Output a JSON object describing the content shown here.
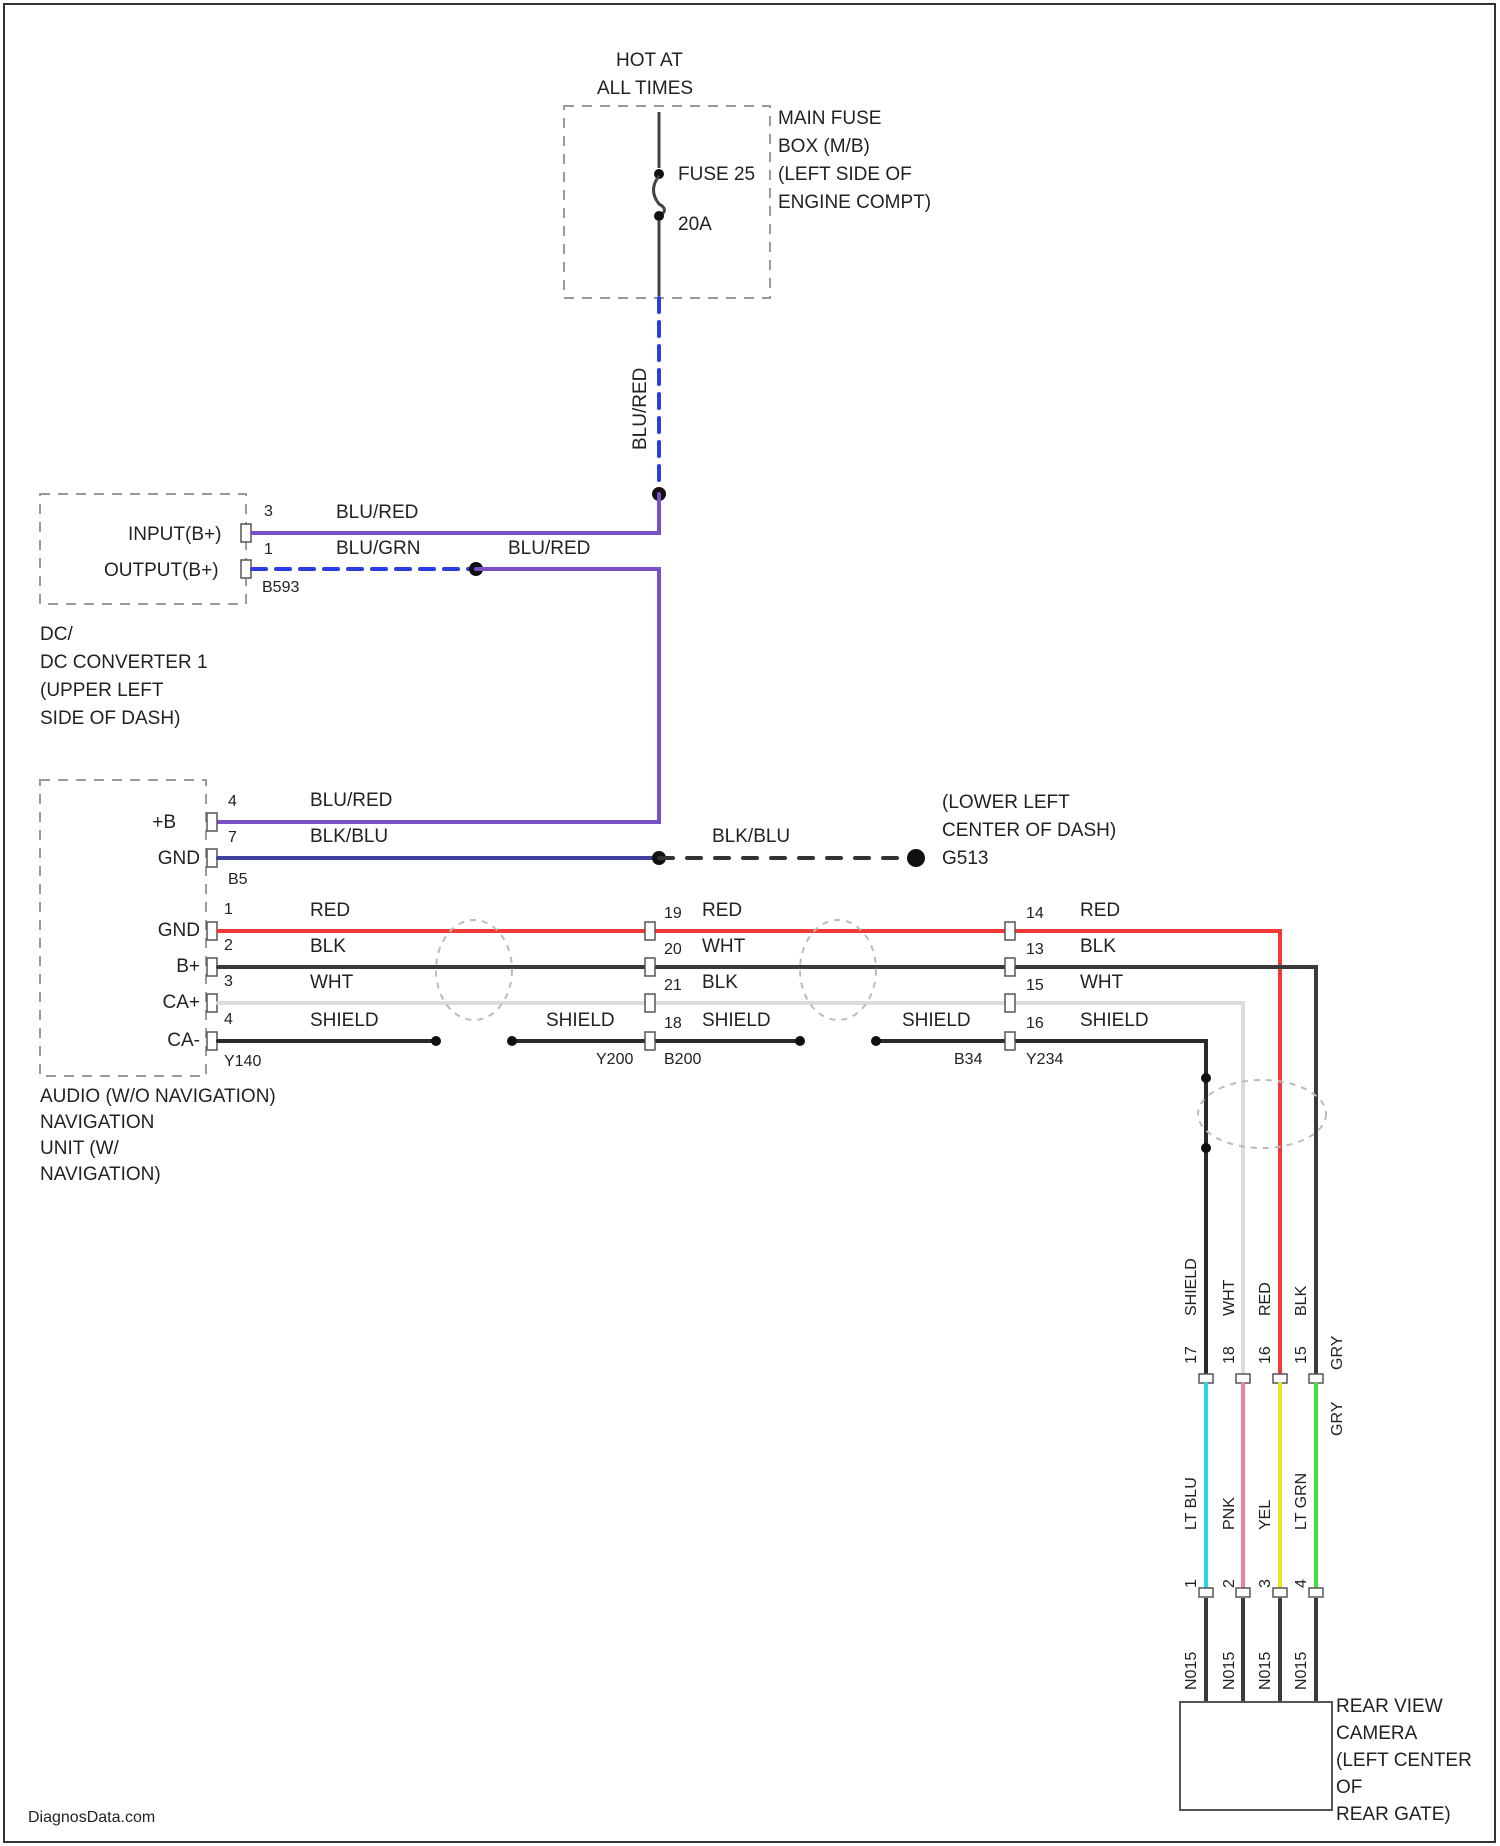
{
  "colors": {
    "blu_red": "#7a4fc8",
    "blu_grn": "#2a3ee0",
    "blk_blu": "#4040a0",
    "red": "#f03a3a",
    "blk": "#3a3a3a",
    "wht": "#dcdcdc",
    "shield": "#2a2a2a",
    "lt_blu": "#22d8e8",
    "pnk": "#f080a0",
    "yel": "#f2e21a",
    "lt_grn": "#40e040",
    "fuse": "#444444"
  },
  "power": {
    "hot_line1": "HOT AT",
    "hot_line2": "ALL TIMES",
    "fuse_label": "FUSE 25",
    "fuse_rating": "20A",
    "fuse_box": [
      "MAIN FUSE",
      "BOX (M/B)",
      "(LEFT SIDE OF",
      "ENGINE COMPT)"
    ],
    "vertical_wire": "BLU/RED"
  },
  "converter": {
    "pins": [
      {
        "name": "INPUT(B+)",
        "num": "3",
        "wire": "BLU/RED"
      },
      {
        "name": "OUTPUT(B+)",
        "num": "1",
        "wire": "BLU/GRN"
      }
    ],
    "splice_wire": "BLU/RED",
    "connector": "B593",
    "title": [
      "DC/",
      "DC CONVERTER 1",
      "(UPPER LEFT",
      "SIDE OF DASH)"
    ]
  },
  "nav_unit": {
    "pins": [
      {
        "name": "+B",
        "num": "4",
        "wire": "BLU/RED"
      },
      {
        "name": "GND",
        "num": "7",
        "wire": "BLK/BLU"
      },
      {
        "name": "GND",
        "num": "1",
        "wire": "RED"
      },
      {
        "name": "B+",
        "num": "2",
        "wire": "BLK"
      },
      {
        "name": "CA+",
        "num": "3",
        "wire": "WHT"
      },
      {
        "name": "CA-",
        "num": "4",
        "wire": "SHIELD"
      }
    ],
    "connector_top": "B5",
    "connector_bottom": "Y140",
    "title": [
      "AUDIO (W/O NAVIGATION)",
      "NAVIGATION",
      "UNIT (W/",
      "NAVIGATION)"
    ]
  },
  "ground": {
    "wire": "BLK/BLU",
    "label": [
      "(LOWER LEFT",
      "CENTER OF DASH)"
    ],
    "id": "G513"
  },
  "conn_mid": {
    "pins": [
      "19",
      "20",
      "21",
      "18"
    ],
    "wires": [
      "RED",
      "WHT",
      "BLK",
      "SHIELD"
    ],
    "left_id": "Y200",
    "right_id": "B200"
  },
  "conn_right": {
    "pins": [
      "14",
      "13",
      "15",
      "16"
    ],
    "wires": [
      "RED",
      "BLK",
      "WHT",
      "SHIELD"
    ],
    "left_id": "B34",
    "right_id": "Y234"
  },
  "shield_mid": "SHIELD",
  "shield_right": "SHIELD",
  "camera_conn": {
    "upper_wires": [
      "SHIELD",
      "WHT",
      "RED",
      "BLK",
      "GRY"
    ],
    "upper_pins": [
      "17",
      "18",
      "16",
      "15"
    ],
    "lower_wires": [
      "LT BLU",
      "PNK",
      "YEL",
      "LT GRN"
    ],
    "lower_pins": [
      "1",
      "2",
      "3",
      "4"
    ],
    "gnd_wire": "GRY",
    "camera_wires": [
      "N015",
      "N015",
      "N015",
      "N015"
    ]
  },
  "camera": {
    "title": [
      "REAR VIEW",
      "CAMERA",
      "(LEFT CENTER",
      "OF",
      "REAR GATE)"
    ]
  },
  "watermark": "DiagnosData.com"
}
